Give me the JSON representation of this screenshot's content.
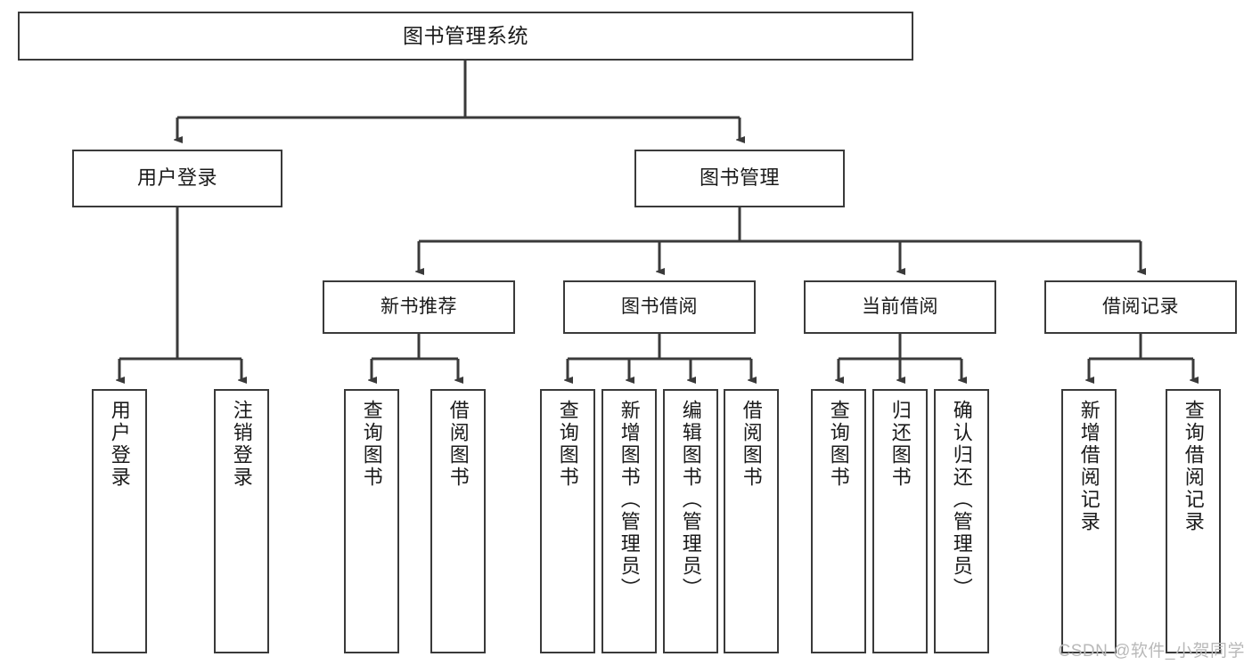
{
  "diagram": {
    "title": "图书管理系统",
    "type": "tree-hierarchy-diagram",
    "colors": {
      "box_border": "#3a3a3a",
      "box_fill": "#ffffff",
      "connector": "#3a3a3a",
      "text": "#1a1a1a",
      "watermark": "#b9b9b9"
    },
    "root": {
      "label": "图书管理系统"
    },
    "level2": [
      {
        "label": "用户登录"
      },
      {
        "label": "图书管理"
      }
    ],
    "level3": [
      {
        "label": "新书推荐"
      },
      {
        "label": "图书借阅"
      },
      {
        "label": "当前借阅"
      },
      {
        "label": "借阅记录"
      }
    ],
    "leaves": {
      "user_login": [
        {
          "label": "用户登录"
        },
        {
          "label": "注销登录"
        }
      ],
      "new_book_recommend": [
        {
          "label": "查询图书"
        },
        {
          "label": "借阅图书"
        }
      ],
      "book_borrow": [
        {
          "label": "查询图书"
        },
        {
          "label": "新增图书（管理员）"
        },
        {
          "label": "编辑图书（管理员）"
        },
        {
          "label": "借阅图书"
        }
      ],
      "current_borrow": [
        {
          "label": "查询图书"
        },
        {
          "label": "归还图书"
        },
        {
          "label": "确认归还（管理员）"
        }
      ],
      "borrow_record": [
        {
          "label": "新增借阅记录"
        },
        {
          "label": "查询借阅记录"
        }
      ]
    }
  },
  "watermark": {
    "text": "CSDN @软件_小贺同学"
  }
}
